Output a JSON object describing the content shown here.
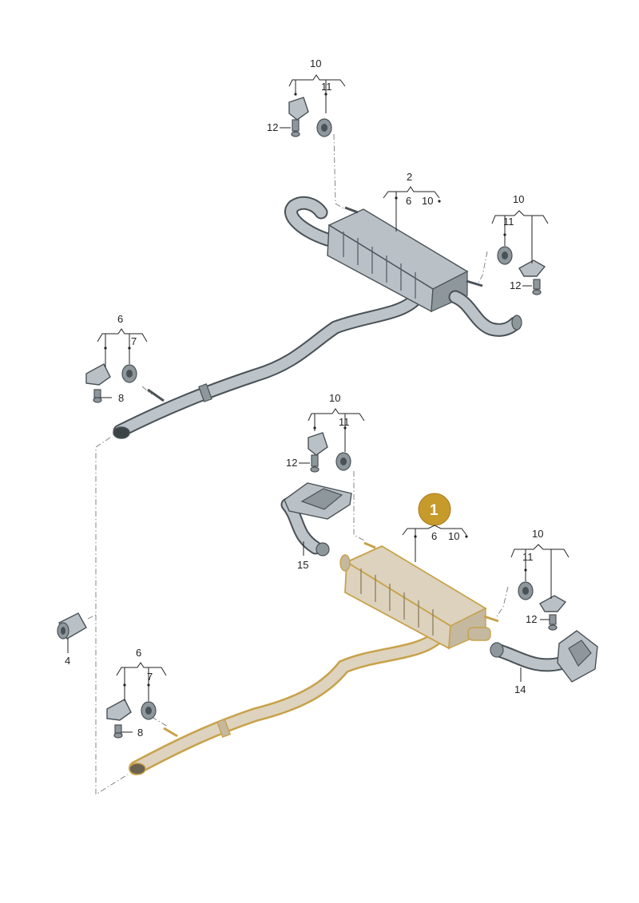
{
  "callouts": {
    "top_clamp_group": {
      "group": "10",
      "part_a": "11",
      "part_b": "12"
    },
    "top_muffler": {
      "group": "2",
      "part_a": "6",
      "part_b": "10"
    },
    "top_right_mount": {
      "group": "10",
      "part_a": "11",
      "part_b": "12"
    },
    "top_front_mount": {
      "group": "6",
      "part_a": "7",
      "part_b": "8"
    },
    "bottom_clamp_group": {
      "group": "10",
      "part_a": "11",
      "part_b": "12"
    },
    "bottom_muffler": {
      "group": "1",
      "part_a": "6",
      "part_b": "10"
    },
    "bottom_right_mount": {
      "group": "10",
      "part_a": "11",
      "part_b": "12"
    },
    "bottom_front_mount": {
      "group": "6",
      "part_a": "7",
      "part_b": "8"
    },
    "clamp": "4",
    "left_tip": "15",
    "right_tip": "14"
  },
  "colors": {
    "highlight_badge": "#c79a2c",
    "highlight_outline": "#c8a24a",
    "part_grey": "#b9c1c6"
  }
}
